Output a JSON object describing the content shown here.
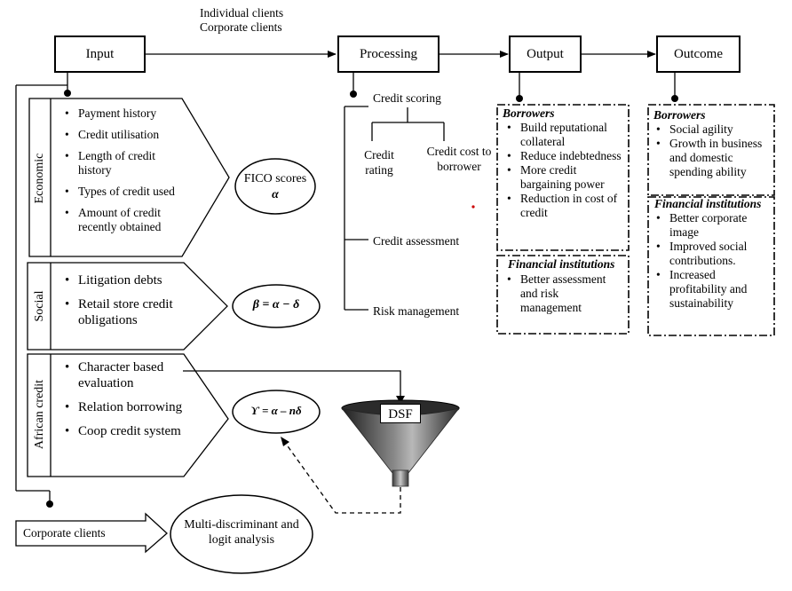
{
  "top_labels": [
    "Individual clients",
    "Corporate clients"
  ],
  "boxes": {
    "input": "Input",
    "processing": "Processing",
    "output": "Output",
    "outcome": "Outcome"
  },
  "economic": {
    "label": "Economic",
    "items": [
      "Payment history",
      "Credit utilisation",
      "Length of credit history",
      "Types of credit used",
      "Amount of credit recently obtained"
    ],
    "score_line1": "FICO scores",
    "score_line2": "α"
  },
  "social": {
    "label": "Social",
    "items": [
      "Litigation debts",
      "Retail store credit obligations"
    ],
    "formula": "β = α − δ"
  },
  "african": {
    "label": "African credit",
    "items": [
      "Character based evaluation",
      "Relation borrowing",
      "Coop credit system"
    ],
    "formula": "ϒ = α – nδ"
  },
  "dsf_label": "DSF",
  "processing": {
    "credit_scoring": "Credit scoring",
    "credit_rating": "Credit rating",
    "credit_cost": "Credit cost to borrower",
    "credit_assessment": "Credit assessment",
    "risk_management": "Risk management"
  },
  "output": {
    "borrowers_title": "Borrowers",
    "borrowers_items": [
      "Build reputational collateral",
      "Reduce indebtedness",
      "More credit bargaining power",
      "Reduction in cost of credit"
    ],
    "fi_title": "Financial institutions",
    "fi_items": [
      "Better assessment and risk management"
    ]
  },
  "outcome": {
    "borrowers_title": "Borrowers",
    "borrowers_items": [
      "Social agility",
      "Growth in business and domestic spending ability"
    ],
    "fi_title": "Financial institutions",
    "fi_items": [
      "Better corporate image",
      "Improved social contributions.",
      "Increased profitability and sustainability"
    ]
  },
  "corporate_clients": "Corporate clients",
  "multi_discriminant": "Multi-discriminant and logit analysis",
  "colors": {
    "line": "#000000",
    "dot": "#cc0000",
    "funnel_dark": "#2e2e2e",
    "funnel_light": "#9a9a9a"
  }
}
